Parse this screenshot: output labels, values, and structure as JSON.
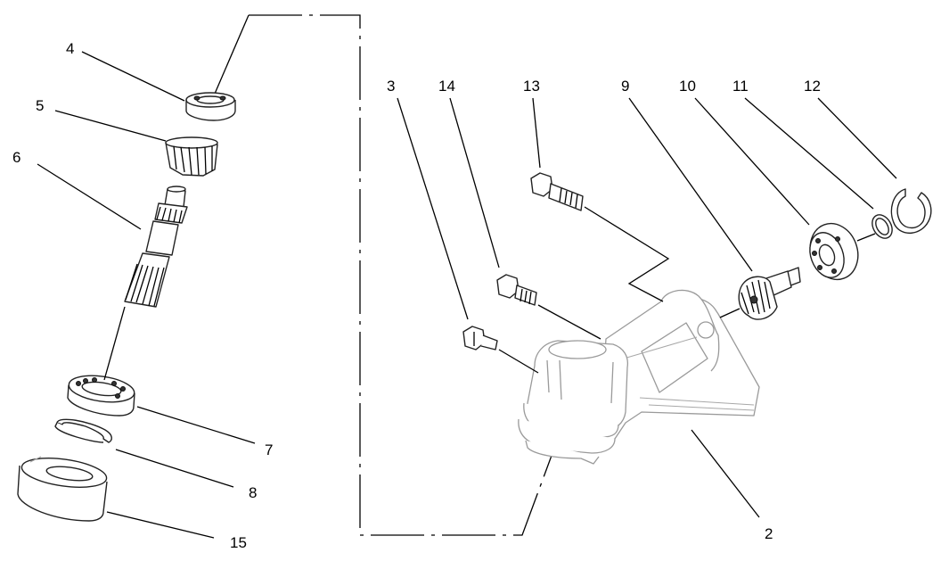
{
  "callouts": {
    "c2": "2",
    "c3": "3",
    "c4": "4",
    "c5": "5",
    "c6": "6",
    "c7": "7",
    "c8": "8",
    "c9": "9",
    "c10": "10",
    "c11": "11",
    "c12": "12",
    "c13": "13",
    "c14": "14",
    "c15": "15"
  },
  "colors": {
    "line": "#000000",
    "housing_outline": "#9a9a9a",
    "background": "#ffffff"
  }
}
